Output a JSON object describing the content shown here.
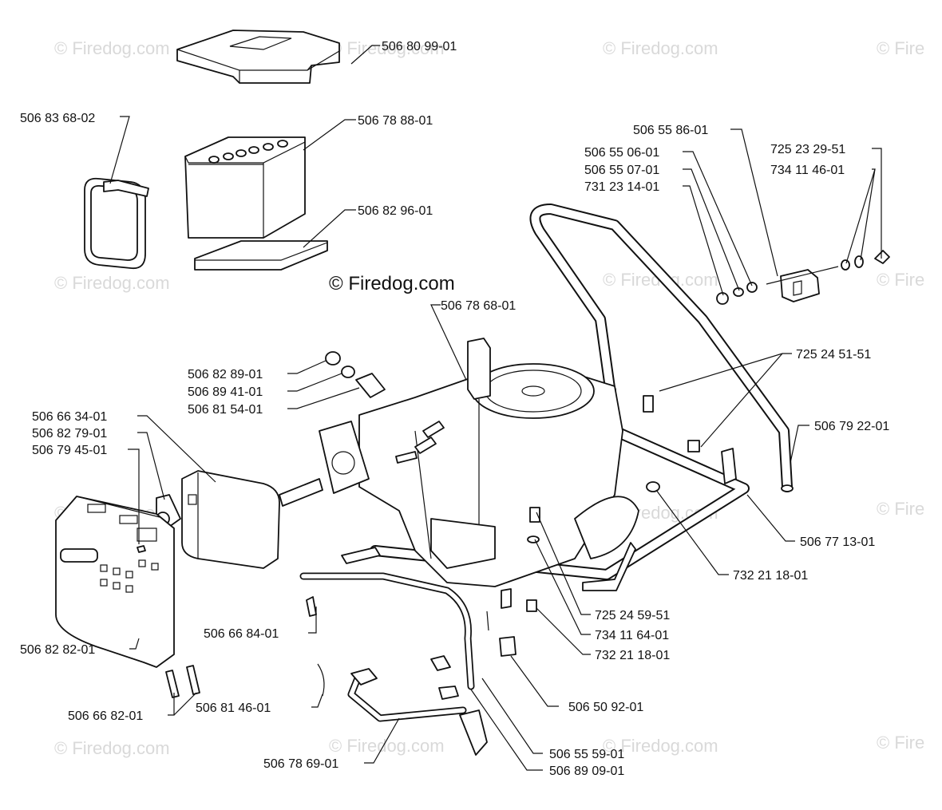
{
  "watermark": {
    "small": "© Firedog.com",
    "small_cut": "© Fire",
    "main": "© Firedog.com"
  },
  "parts": {
    "battery_cover": "506 80 99-01",
    "battery": "506 78 88-01",
    "battery_strap": "506 83 68-02",
    "battery_mat": "506 82 96-01",
    "switch": "506 55 86-01",
    "switch_bolt": "725 23 29-51",
    "switch_washer": "734 11 46-01",
    "nut_a": "506 55 06-01",
    "nut_b": "506 55 07-01",
    "spacer_a": "731 23 14-01",
    "engine": "506 78 68-01",
    "bolt_top": "725 24 51-51",
    "knob": "506 82 89-01",
    "knob_washer": "506 89 41-01",
    "knob_sleeve": "506 81 54-01",
    "muffler": "506 66 34-01",
    "muffler_gasket": "506 82 79-01",
    "muffler_screw": "506 79 45-01",
    "frame_tube": "506 79 22-01",
    "frame": "506 77 13-01",
    "nut_frame": "732 21 18-01",
    "bolt_bottom": "725 24 59-51",
    "washer_bottom": "734 11 64-01",
    "nut_bottom": "732 21 18-01",
    "clamp": "506 66 84-01",
    "muffler_guard": "506 82 82-01",
    "guard_screw": "506 66 82-01",
    "spacer_bottom": "506 50 92-01",
    "spring": "506 81 46-01",
    "exhaust_pipe": "506 78 69-01",
    "pipe_clamp": "506 55 59-01",
    "pipe_end": "506 89 09-01"
  }
}
